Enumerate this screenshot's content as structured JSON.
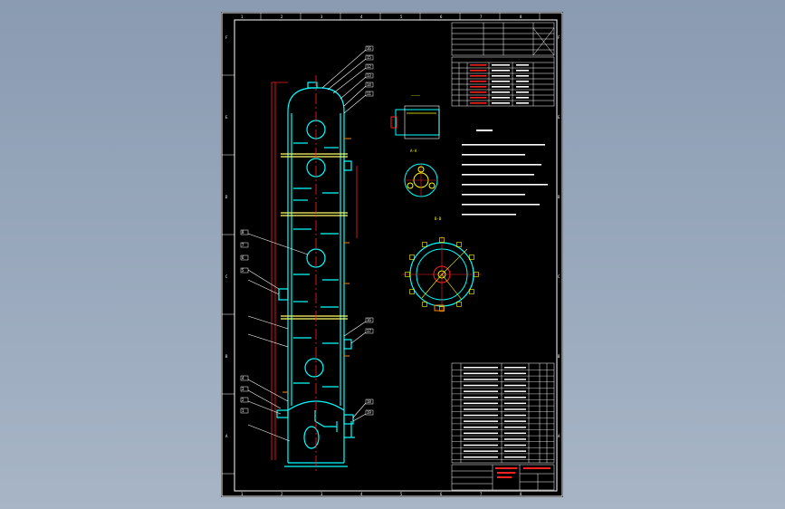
{
  "colors": {
    "background": "#8a9bb2",
    "sheet": "#000000",
    "frame": "#ffffff",
    "vessel": "#00ffff",
    "center_line": "#ff2020",
    "leader": "#ff2020",
    "balloon": "#ffffff",
    "label": "#ffff00",
    "platform": "#ffff66"
  },
  "border_zones": {
    "top": [
      "1",
      "2",
      "3",
      "4",
      "5",
      "6",
      "7",
      "8"
    ],
    "left": [
      "F",
      "E",
      "D",
      "C",
      "B",
      "A"
    ]
  },
  "balloons": {
    "upper_right": [
      "16",
      "15",
      "12",
      "13",
      "14",
      "11"
    ],
    "mid_left": [
      "8",
      "7",
      "6",
      "5"
    ],
    "mid_right": [
      "16",
      "17"
    ],
    "lower_left": [
      "4",
      "3",
      "2",
      "1"
    ],
    "lower_right": [
      "18",
      "19"
    ]
  },
  "section_labels": [
    "A-A",
    "B-B"
  ]
}
